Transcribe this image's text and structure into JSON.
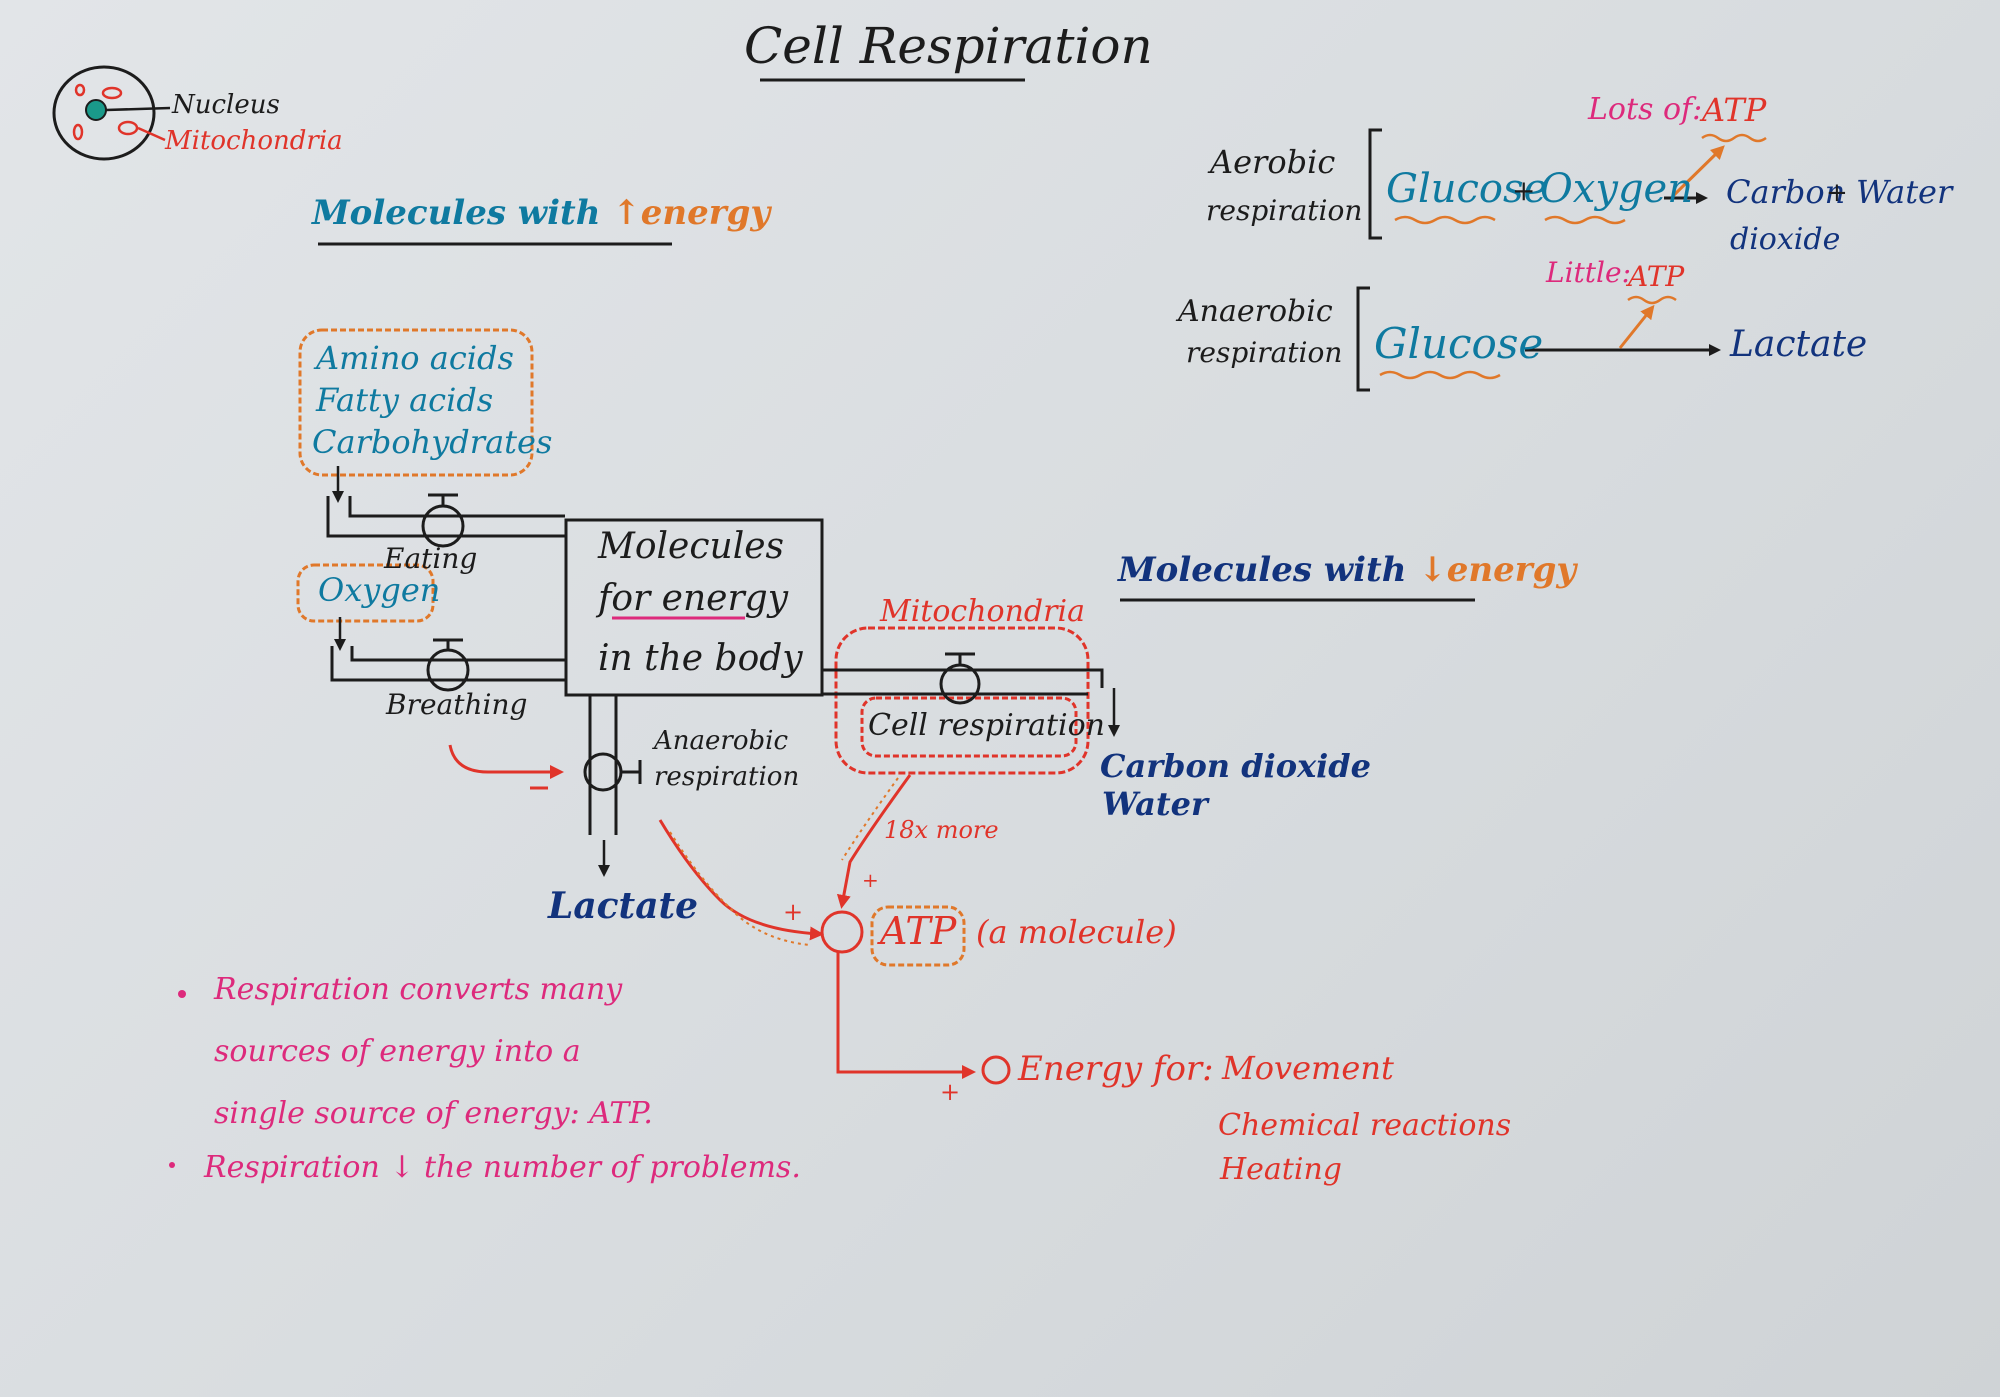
{
  "title": "Cell Respiration",
  "cell_legend": {
    "nucleus": "Nucleus",
    "mitochondria": "Mitochondria"
  },
  "header_high": {
    "text": "Molecules with",
    "arrow": "↑",
    "energy": "energy"
  },
  "header_low": {
    "text": "Molecules with",
    "arrow": "↓",
    "energy": "energy"
  },
  "food_sources": [
    "Amino acids",
    "Fatty acids",
    "Carbohydrates"
  ],
  "eating": "Eating",
  "oxygen": "Oxygen",
  "breathing": "Breathing",
  "body_box": [
    "Molecules",
    "for energy",
    "in the body"
  ],
  "mitochondria_label": "Mitochondria",
  "cell_respiration": "Cell respiration",
  "outputs_mito": [
    "Carbon dioxide",
    "Water"
  ],
  "anaerobic_valve": [
    "Anaerobic",
    "respiration"
  ],
  "lactate": "Lactate",
  "more": "18x more",
  "atp": "ATP",
  "atp_note": "(a molecule)",
  "energy_for": "Energy for:",
  "energy_uses": [
    "Movement",
    "Chemical reactions",
    "Heating"
  ],
  "signs": {
    "plus": "+",
    "minus": "−"
  },
  "notes": [
    [
      "Respiration converts many",
      "sources of energy into a",
      "single source of energy: ATP."
    ],
    [
      "Respiration",
      "↓",
      "the number of problems."
    ]
  ],
  "aerobic": {
    "label": [
      "Aerobic",
      "respiration"
    ],
    "yield_prefix": "Lots of:",
    "yield": "ATP",
    "reactants": [
      "Glucose",
      "+",
      "Oxygen"
    ],
    "products": [
      "Carbon",
      "+",
      "Water",
      "dioxide"
    ]
  },
  "anaerobic": {
    "label": [
      "Anaerobic",
      "respiration"
    ],
    "yield_prefix": "Little:",
    "yield": "ATP",
    "reactant": "Glucose",
    "product": "Lactate"
  },
  "colors": {
    "ink": "#1c1c1c",
    "teal": "#0f7aa0",
    "navy": "#12337d",
    "red": "#e0342a",
    "pink": "#dd2a7c",
    "orange": "#e0782a"
  }
}
